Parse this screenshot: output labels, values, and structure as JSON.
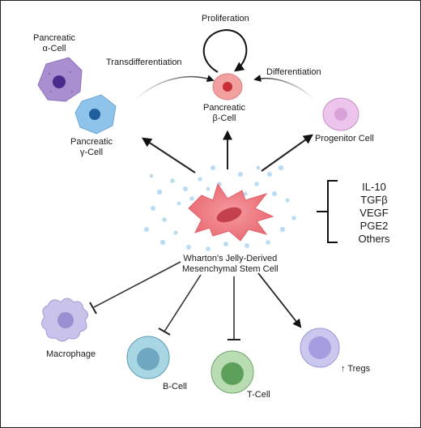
{
  "labels": {
    "proliferation": "Proliferation",
    "transdifferentiation": "Transdifferentiation",
    "differentiation": "Differentiation",
    "alpha_cell_line1": "Pancreatic",
    "alpha_cell_line2": "α-Cell",
    "gamma_cell_line1": "Pancreatic",
    "gamma_cell_line2": "γ-Cell",
    "beta_cell_line1": "Pancreatic",
    "beta_cell_line2": "β-Cell",
    "progenitor_cell": "Progenitor Cell",
    "stem_cell_line1": "Wharton's Jelly-Derived",
    "stem_cell_line2": "Mesenchymal Stem Cell",
    "macrophage": "Macrophage",
    "b_cell": "B-Cell",
    "t_cell": "T-Cell",
    "tregs": "↑ Tregs"
  },
  "secreted_factors": [
    "IL-10",
    "TGFβ",
    "VEGF",
    "PGE2",
    "Others"
  ],
  "colors": {
    "alpha_cell": "#a98fd0",
    "gamma_cell": "#8ec3ea",
    "beta_cell": "#f2a0a0",
    "progenitor_cell": "#ecc4ec",
    "stem_cell": "#f07a80",
    "vesicles": "#bcdcf2",
    "macrophage": "#c9c2ea",
    "b_cell": "#a8d6e4",
    "t_cell": "#b9dcb2",
    "treg": "#cbc8ef"
  }
}
